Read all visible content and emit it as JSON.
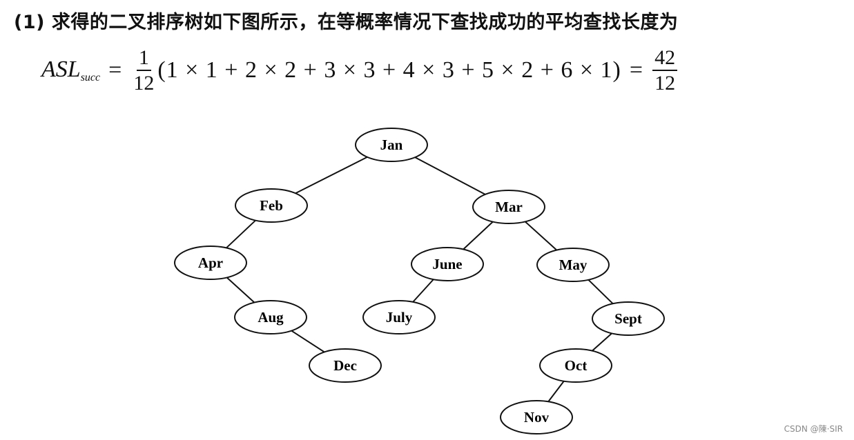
{
  "intro_text": "(1) 求得的二叉排序树如下图所示，在等概率情况下查找成功的平均查找长度为",
  "formula": {
    "lhs": "ASL",
    "lhs_sub": "succ",
    "equals": "=",
    "frac1": {
      "num": "1",
      "den": "12"
    },
    "expression": "(1 × 1 + 2 × 2 + 3 × 3 + 4 × 3 + 5 × 2 + 6 × 1)",
    "equals2": "=",
    "frac2": {
      "num": "42",
      "den": "12"
    }
  },
  "tree": {
    "nodes": [
      {
        "id": "jan",
        "label": "Jan",
        "parent": null
      },
      {
        "id": "feb",
        "label": "Feb",
        "parent": "jan"
      },
      {
        "id": "mar",
        "label": "Mar",
        "parent": "jan"
      },
      {
        "id": "apr",
        "label": "Apr",
        "parent": "feb"
      },
      {
        "id": "aug",
        "label": "Aug",
        "parent": "apr"
      },
      {
        "id": "dec",
        "label": "Dec",
        "parent": "aug"
      },
      {
        "id": "june",
        "label": "June",
        "parent": "mar"
      },
      {
        "id": "july",
        "label": "July",
        "parent": "june"
      },
      {
        "id": "may",
        "label": "May",
        "parent": "mar"
      },
      {
        "id": "sept",
        "label": "Sept",
        "parent": "may"
      },
      {
        "id": "oct",
        "label": "Oct",
        "parent": "sept"
      },
      {
        "id": "nov",
        "label": "Nov",
        "parent": "oct"
      }
    ]
  },
  "watermark": "CSDN @陳·SIR"
}
